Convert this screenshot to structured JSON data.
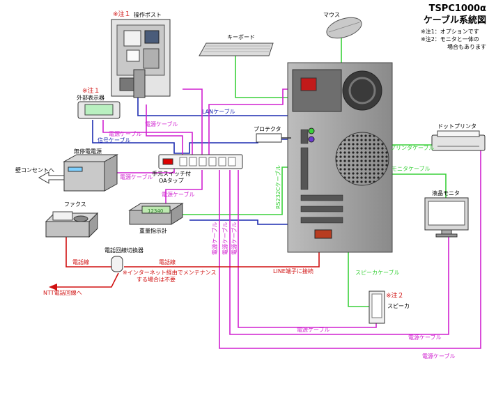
{
  "title": {
    "line1": "TSPC1000α",
    "line2": "ケーブル系統図"
  },
  "notes": {
    "note1": "※注1：オプションです",
    "note2a": "※注2：モニタと一体の",
    "note2b": "場合もあります"
  },
  "colors": {
    "power": "#d020d0",
    "lan": "#1c2bb0",
    "signal": "#1c2bb0",
    "green": "#3ad03a",
    "phone": "#d01010",
    "red_note": "#d01010"
  },
  "labels": {
    "note1_a": "※注１",
    "operation_post": "操作ポスト",
    "mouse": "マウス",
    "keyboard": "キーボード",
    "note1_b": "※注１",
    "external_display": "外部表示器",
    "lan_cable": "LANケーブル",
    "power_cable_1": "電源ケーブル",
    "power_cable_2": "電源ケーブル",
    "signal_cable": "信号ケーブル",
    "protector": "プロテクタ",
    "dot_printer": "ドットプリンタ",
    "printer_cable": "プリンタケーブル",
    "ups": "無停電電源",
    "wall_outlet": "壁コンセントへ",
    "power_cable_3": "電源ケーブル",
    "oa_tap_1": "手元スイッチ付",
    "oa_tap_2": "OAタップ",
    "monitor_cable": "モニタケーブル",
    "lcd_monitor": "液晶モニタ",
    "rs232c": "RS232Cケーブル",
    "weight_display": "12340",
    "power_cable_4": "電源ケーブル",
    "weighing_meter": "重量指示計",
    "fax": "ファクス",
    "vert_power_1": "電源ケーブル",
    "vert_power_2": "電源ケーブル",
    "vert_power_3": "電源ケーブル",
    "phone_switch": "電話回線切換器",
    "phone_line_1": "電話線",
    "phone_line_2": "電話線",
    "line_terminal": "LINE端子に接続",
    "maintenance_1": "※インターネット経由でメンテナンス",
    "maintenance_2": "する場合は不要",
    "ntt": "NTT電話回線へ",
    "speaker_cable": "スピーカケーブル",
    "note2": "※注２",
    "speaker": "スピーカ",
    "power_cable_5": "電源ケーブル",
    "power_cable_6": "電源ケーブル",
    "power_cable_7": "電源ケーブル"
  }
}
